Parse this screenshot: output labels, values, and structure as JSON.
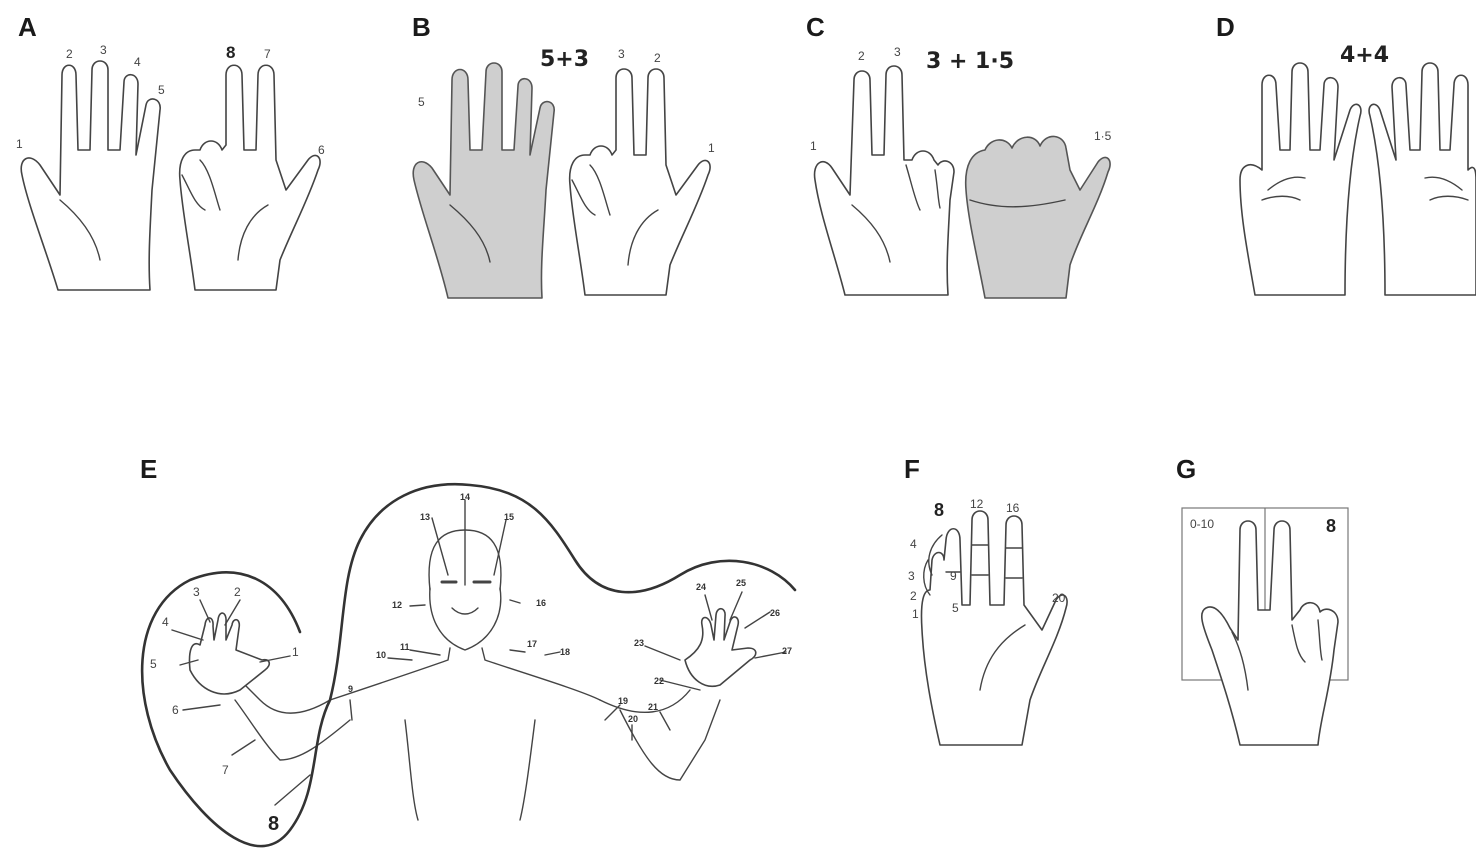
{
  "panels": {
    "A": {
      "label": "A",
      "numbers": [
        "1",
        "2",
        "3",
        "4",
        "5",
        "8",
        "7",
        "6"
      ]
    },
    "B": {
      "label": "B",
      "formula": "5+3",
      "numbers": [
        "5",
        "3",
        "2",
        "1"
      ]
    },
    "C": {
      "label": "C",
      "formula": "3 + 1·5",
      "numbers": [
        "1",
        "2",
        "3",
        "1·5"
      ]
    },
    "D": {
      "label": "D",
      "formula": "4+4"
    },
    "E": {
      "label": "E",
      "numbers": [
        "1",
        "2",
        "3",
        "4",
        "5",
        "6",
        "7",
        "8",
        "9",
        "10",
        "11",
        "12",
        "13",
        "14",
        "15",
        "16",
        "17",
        "18",
        "19",
        "20",
        "21",
        "22",
        "23",
        "24",
        "25",
        "26",
        "27"
      ]
    },
    "F": {
      "label": "F",
      "numbers": [
        "8",
        "12",
        "16",
        "20",
        "4",
        "3",
        "2",
        "1",
        "5",
        "9"
      ]
    },
    "G": {
      "label": "G",
      "range_label": "0-10",
      "value": "8"
    }
  }
}
